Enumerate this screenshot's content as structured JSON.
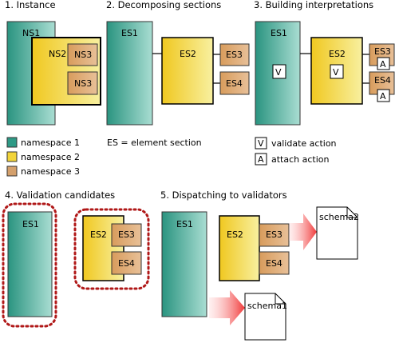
{
  "panels": {
    "p1": {
      "title": "1. Instance",
      "ns1": "NS1",
      "ns2": "NS2",
      "ns3a": "NS3",
      "ns3b": "NS3"
    },
    "p2": {
      "title": "2. Decomposing sections",
      "es1": "ES1",
      "es2": "ES2",
      "es3": "ES3",
      "es4": "ES4"
    },
    "p3": {
      "title": "3. Building interpretations",
      "es1": "ES1",
      "es2": "ES2",
      "es3": "ES3",
      "es4": "ES4",
      "v1": "V",
      "v2": "V",
      "a1": "A",
      "a2": "A"
    },
    "p4": {
      "title": "4. Validation candidates",
      "es1": "ES1",
      "es2": "ES2",
      "es3": "ES3",
      "es4": "ES4"
    },
    "p5": {
      "title": "5. Dispatching to validators",
      "es1": "ES1",
      "es2": "ES2",
      "es3": "ES3",
      "es4": "ES4",
      "schema1": "schema1",
      "schema2": "schema2"
    }
  },
  "legend": {
    "ns1": "namespace 1",
    "ns2": "namespace 2",
    "ns3": "namespace 3",
    "es_def": "ES = element section",
    "v_key": "V",
    "v_label": "validate action",
    "a_key": "A",
    "a_label": "attach action"
  },
  "colors": {
    "namespace1": "#2e9a86",
    "namespace2": "#f2d43a",
    "namespace3": "#d4a06c",
    "candidate_outline": "#b01818",
    "dispatch_arrow": "#f04848"
  }
}
